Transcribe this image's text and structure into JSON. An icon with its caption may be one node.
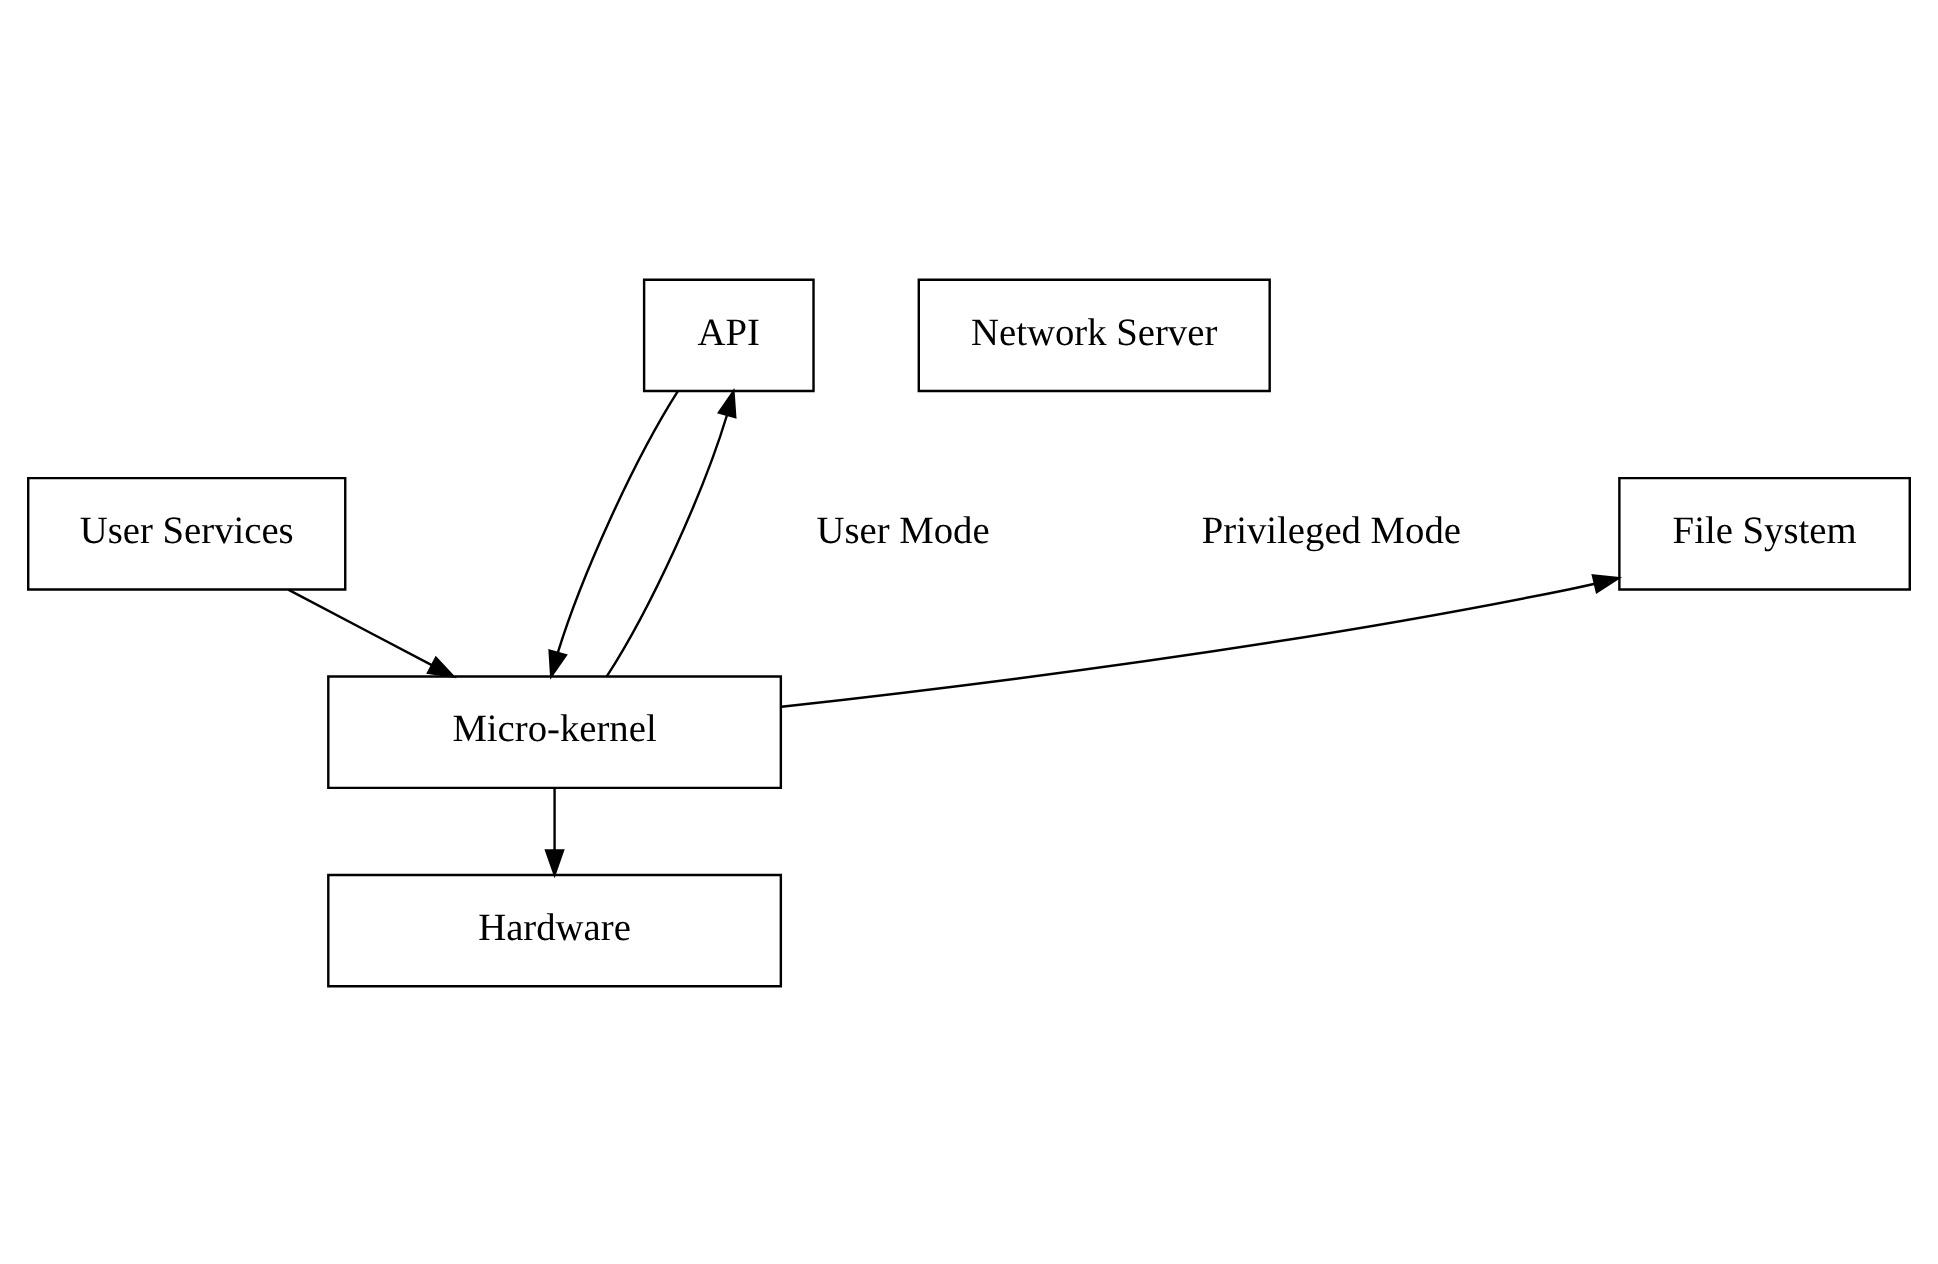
{
  "diagram": {
    "nodes": [
      {
        "text": [
          "User Services"
        ]
      },
      {
        "text": [
          "File System"
        ]
      },
      {
        "text": [
          "API"
        ]
      },
      {
        "text": [
          "Network Server"
        ]
      },
      {
        "text": [
          "Micro-kernel"
        ]
      },
      {
        "text": [
          "Hardware"
        ]
      }
    ],
    "edges": [
      {
        "from": 2,
        "to": 4,
        "arrow": "to"
      },
      {
        "from": 0,
        "to": 4,
        "arrow": "to"
      },
      {
        "from": 4,
        "to": 2,
        "arrow": "to"
      },
      {
        "from": 4,
        "to": 1,
        "arrow": "to"
      },
      {
        "from": 4,
        "to": 5,
        "arrow": "to"
      }
    ],
    "labels": [
      "User Mode",
      "Privileged Mode"
    ]
  }
}
